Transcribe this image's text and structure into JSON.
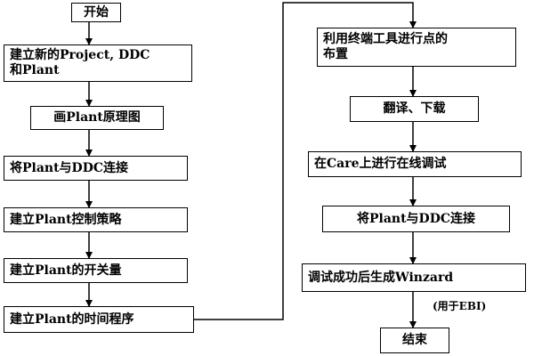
{
  "left_column": [
    {
      "id": "start",
      "label": "开始"
    },
    {
      "id": "create-project",
      "line1": "建立新的Project, DDC",
      "line2": "和Plant"
    },
    {
      "id": "draw-schematic",
      "label": "画Plant原理图"
    },
    {
      "id": "connect-ddc-left",
      "label": "将Plant与DDC连接"
    },
    {
      "id": "control-strategy",
      "label": "建立Plant控制策略"
    },
    {
      "id": "switch-values",
      "label": "建立Plant的开关量"
    },
    {
      "id": "time-program",
      "label": "建立Plant的时间程序"
    }
  ],
  "right_column": [
    {
      "id": "point-layout",
      "line1": "利用终端工具进行点的",
      "line2": "布置"
    },
    {
      "id": "translate-download",
      "label": "翻译、下载"
    },
    {
      "id": "online-debug",
      "label": "在Care上进行在线调试"
    },
    {
      "id": "connect-ddc-right",
      "label": "将Plant与DDC连接"
    },
    {
      "id": "generate-winzard",
      "label": "调试成功后生成Winzard"
    },
    {
      "id": "end",
      "label": "结束"
    }
  ],
  "note": "(用于EBI)",
  "colors": {
    "line": "#000000",
    "box_border": "#000000",
    "background": "#ffffff"
  }
}
